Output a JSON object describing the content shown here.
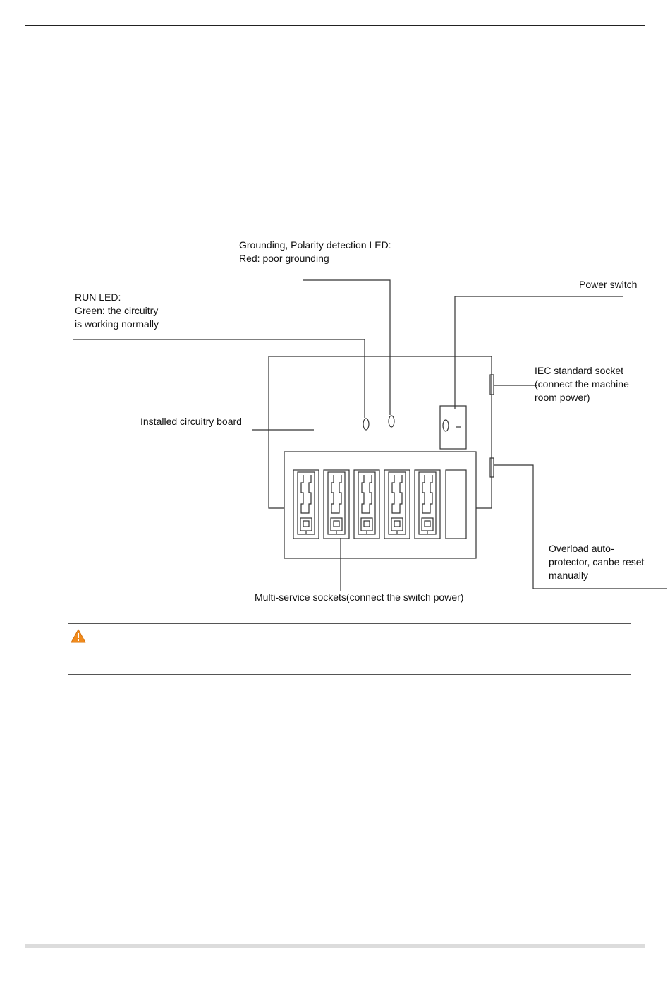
{
  "labels": {
    "grounding_led": [
      "Grounding, Polarity detection LED:",
      "Red: poor grounding"
    ],
    "run_led": [
      "RUN LED:",
      "Green: the circuitry",
      "is working normally"
    ],
    "power_switch": "Power switch",
    "iec_socket": [
      "IEC standard socket",
      "(connect the machine",
      "room power)"
    ],
    "circuitry_board": "Installed circuitry board",
    "overload": [
      "Overload auto-",
      "protector, canbe reset",
      "manually"
    ],
    "multi_sockets": "Multi-service sockets(connect the switch power)"
  },
  "colors": {
    "line": "#333333",
    "warning": "#f08a1c",
    "footer_bar": "#dcdcdc"
  },
  "icons": {
    "warning": "warning-triangle-icon"
  }
}
